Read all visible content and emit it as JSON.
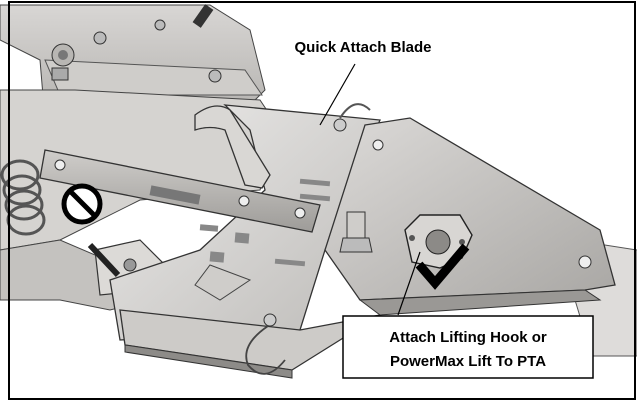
{
  "callouts": {
    "quick_attach": "Quick Attach Blade",
    "lifting_line1": "Attach Lifting Hook or",
    "lifting_line2": "PowerMax Lift To PTA"
  },
  "symbols": {
    "prohibited": "no-symbol-icon",
    "approved": "check-mark-icon"
  },
  "colors": {
    "metal_light": "#e2e0de",
    "metal_mid": "#c9c7c4",
    "metal_dark": "#8f8d8a",
    "outline": "#2a2a2a",
    "frame": "#000000"
  }
}
